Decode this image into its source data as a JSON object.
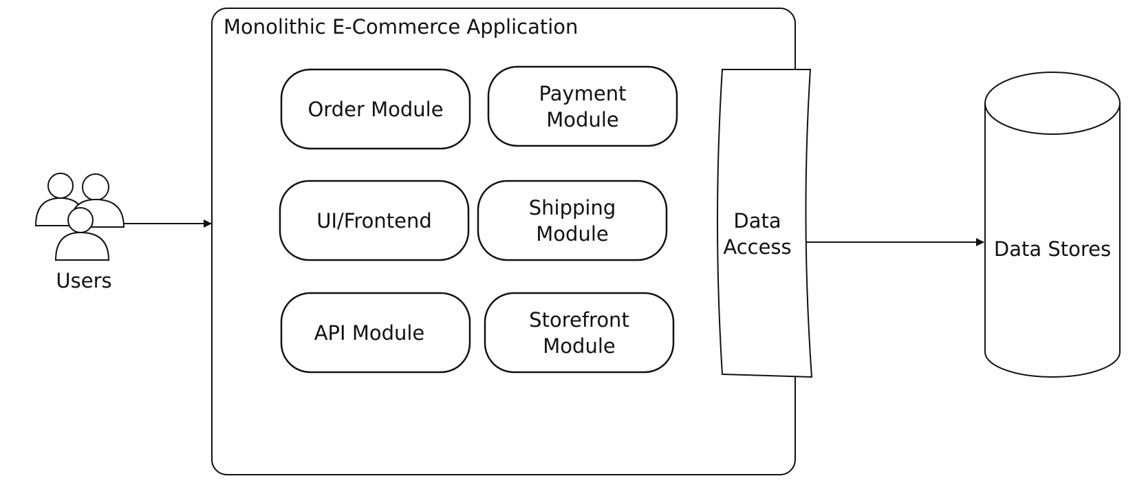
{
  "users": {
    "label": "Users"
  },
  "monolith": {
    "title": "Monolithic E-Commerce Application"
  },
  "modules": [
    {
      "id": "order",
      "label": "Order Module"
    },
    {
      "id": "payment",
      "label": "Payment\nModule"
    },
    {
      "id": "ui",
      "label": "UI/Frontend"
    },
    {
      "id": "shipping",
      "label": "Shipping\nModule"
    },
    {
      "id": "api",
      "label": "API Module"
    },
    {
      "id": "storefront",
      "label": "Storefront\nModule"
    }
  ],
  "data_access": {
    "label": "Data\nAccess"
  },
  "data_stores": {
    "label": "Data Stores"
  }
}
